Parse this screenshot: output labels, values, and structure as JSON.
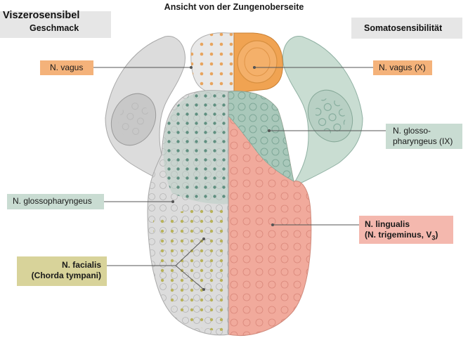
{
  "title": "Ansicht von der Zungenoberseite",
  "header_left": {
    "line1": "Viszerosensibel",
    "line2": "Geschmack"
  },
  "header_right": {
    "label": "Somatosensibilität"
  },
  "labels": {
    "n_vagus_left": "N. vagus",
    "n_vagus_right": "N. vagus (X)",
    "n_glossopharyngeus_right_1": "N. glosso-",
    "n_glossopharyngeus_right_2": "pharyngeus (IX)",
    "n_glossopharyngeus_left": "N. glossopharyngeus",
    "n_lingualis_1": "N. lingualis",
    "n_lingualis_2_prefix": "(N. trigeminus, V",
    "n_lingualis_2_sub": "3",
    "n_lingualis_2_suffix": ")",
    "n_facialis_1": "N. facialis",
    "n_facialis_2": "(Chorda tympani)"
  },
  "colors": {
    "vagus": "#f0a050",
    "glossopharyngeus": "#9fc4b4",
    "lingualis": "#f0a898",
    "facialis": "#c8c070",
    "tongue_gray": "#d9d9d9"
  }
}
